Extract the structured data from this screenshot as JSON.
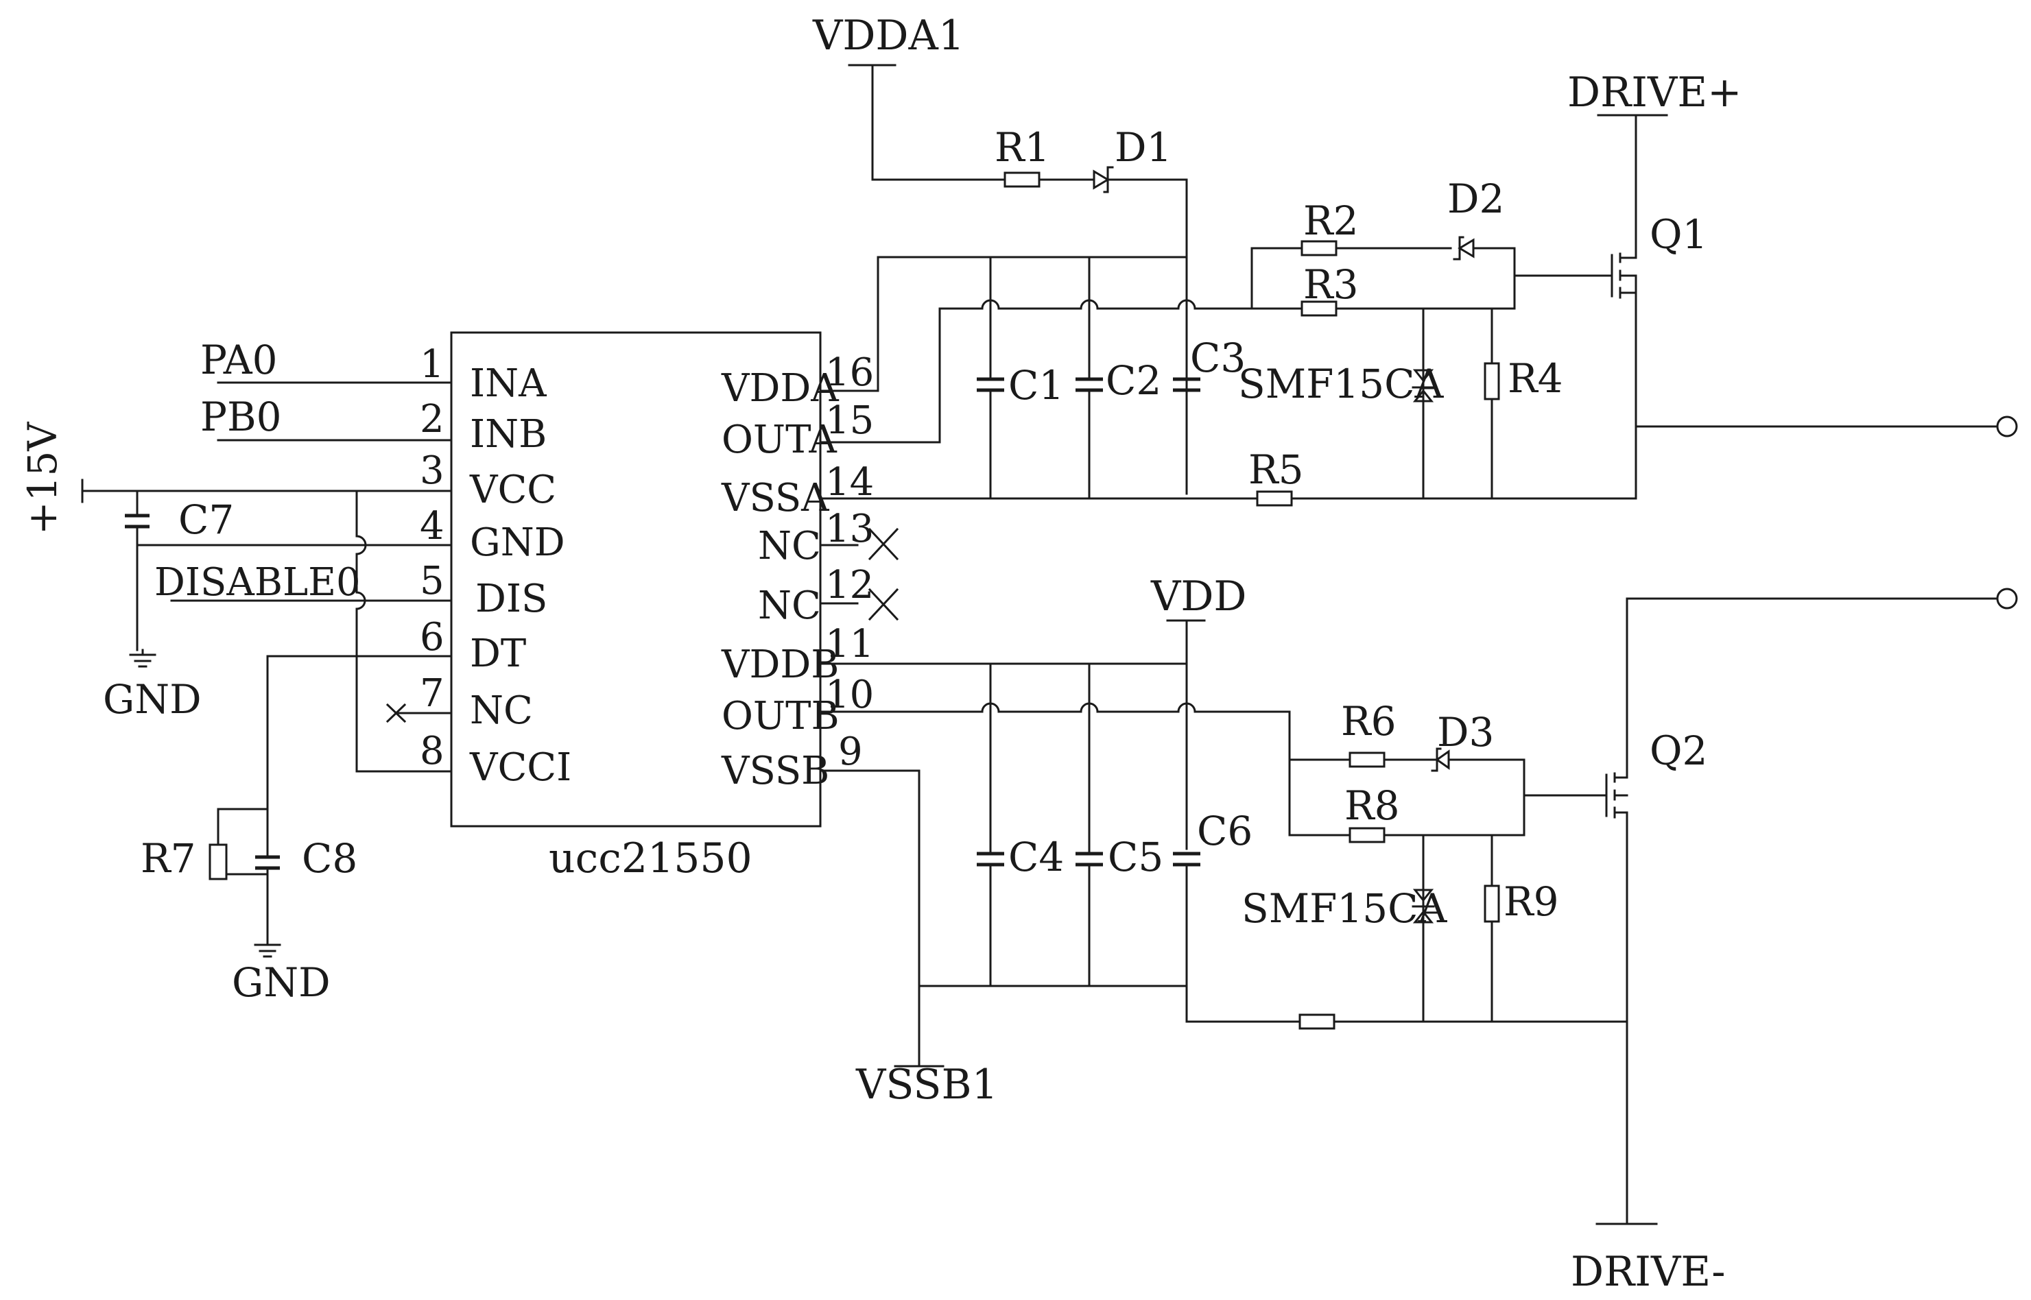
{
  "ic": {
    "name": "ucc21550",
    "pins": [
      {
        "num": "1",
        "label": "INA"
      },
      {
        "num": "2",
        "label": "INB"
      },
      {
        "num": "3",
        "label": "VCC"
      },
      {
        "num": "4",
        "label": "GND"
      },
      {
        "num": "5",
        "label": "DIS"
      },
      {
        "num": "6",
        "label": "DT"
      },
      {
        "num": "7",
        "label": "NC"
      },
      {
        "num": "8",
        "label": "VCCI"
      },
      {
        "num": "16",
        "label": "VDDA"
      },
      {
        "num": "15",
        "label": "OUTA"
      },
      {
        "num": "14",
        "label": "VSSA"
      },
      {
        "num": "13",
        "label": "NC"
      },
      {
        "num": "12",
        "label": "NC"
      },
      {
        "num": "11",
        "label": "VDDB"
      },
      {
        "num": "10",
        "label": "OUTB"
      },
      {
        "num": "9",
        "label": "VSSB"
      }
    ]
  },
  "nets": {
    "vdda1": "VDDA1",
    "drive_plus": "DRIVE+",
    "drive_minus": "DRIVE-",
    "vdd": "VDD",
    "vssb1": "VSSB1",
    "plus15v": "+15V",
    "gnd1": "GND",
    "gnd2": "GND",
    "pa0": "PA0",
    "pb0": "PB0",
    "disable0": "DISABLE0"
  },
  "components": {
    "r1": "R1",
    "r2": "R2",
    "r3": "R3",
    "r4": "R4",
    "r5": "R5",
    "r6": "R6",
    "r7": "R7",
    "r8": "R8",
    "r9": "R9",
    "d1": "D1",
    "d2": "D2",
    "d3": "D3",
    "c1": "C1",
    "c2": "C2",
    "c3": "C3",
    "c4": "C4",
    "c5": "C5",
    "c6": "C6",
    "c7": "C7",
    "c8": "C8",
    "q1": "Q1",
    "q2": "Q2",
    "tvs1": "SMF15CA",
    "tvs2": "SMF15CA"
  }
}
